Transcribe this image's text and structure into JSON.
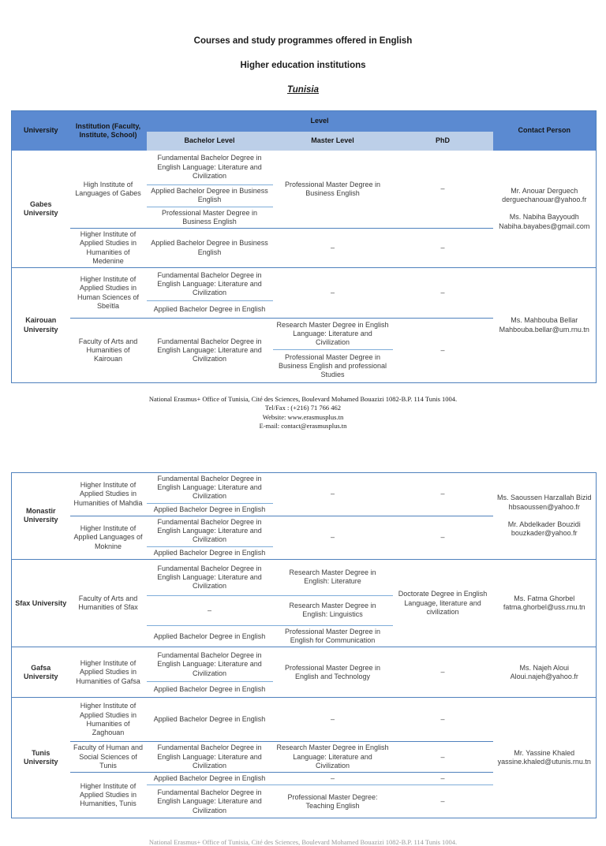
{
  "title": {
    "line1": "Courses and study programmes offered in English",
    "line2": "Higher education institutions",
    "line3": "Tunisia"
  },
  "table_header": {
    "university": "University",
    "institution": "Institution (Faculty, Institute, School)",
    "level": "Level",
    "bachelor": "Bachelor Level",
    "master": "Master Level",
    "phd": "PhD",
    "contact": "Contact Person"
  },
  "dash": "–",
  "t1": {
    "gabes": {
      "university": "Gabes University",
      "inst1": "High Institute of Languages of Gabes",
      "inst1_b1": "Fundamental Bachelor Degree in English Language: Literature and Civilization",
      "inst1_b2": "Applied Bachelor Degree in Business English",
      "inst1_b3": "Professional Master Degree in Business English",
      "inst1_master": "Professional Master Degree in Business English",
      "inst1_phd": "–",
      "inst2": "Higher Institute of Applied Studies in Humanities of Medenine",
      "inst2_b1": "Applied Bachelor Degree in Business English",
      "inst2_master": "–",
      "inst2_phd": "–",
      "contact": "Mr. Anouar Derguech\nderguechanouar@yahoo.fr\n\nMs. Nabiha Bayyoudh\nNabiha.bayabes@gmail.com"
    },
    "kairouan": {
      "university": "Kairouan University",
      "inst1": "Higher Institute of Applied Studies in Human Sciences of Sbeïtla",
      "inst1_b1": "Fundamental Bachelor Degree in English Language: Literature and Civilization",
      "inst1_b2": "Applied Bachelor Degree in English",
      "inst1_master": "–",
      "inst1_phd": "–",
      "inst2": "Faculty of Arts and Humanities of Kairouan",
      "inst2_b1": "Fundamental Bachelor Degree in English Language: Literature and Civilization",
      "inst2_m1": "Research Master Degree in English Language: Literature and Civilization",
      "inst2_m2": "Professional Master Degree in Business English and professional Studies",
      "inst2_phd": "–",
      "contact": "Ms. Mahbouba Bellar\nMahbouba.bellar@um.rnu.tn"
    }
  },
  "footer": {
    "line1": "National Erasmus+ Office of Tunisia, Cité des Sciences, Boulevard Mohamed Bouazizi 1082-B.P. 114 Tunis 1004.",
    "line2": "Tel/Fax : (+216) 71 766 462",
    "line3": "Website: www.erasmusplus.tn",
    "line4": "E-mail: contact@erasmusplus.tn"
  },
  "t2": {
    "monastir": {
      "university": "Monastir University",
      "inst1": "Higher Institute of Applied Studies in Humanities of Mahdia",
      "inst1_b1": "Fundamental Bachelor Degree in English Language: Literature and Civilization",
      "inst1_b2": "Applied Bachelor Degree in English",
      "inst1_master": "–",
      "inst1_phd": "–",
      "inst2": "Higher Institute of Applied Languages of Moknine",
      "inst2_b1": "Fundamental Bachelor Degree in English Language: Literature and Civilization",
      "inst2_b2": "Applied Bachelor Degree in English",
      "inst2_master": "–",
      "inst2_phd": "–",
      "contact": "Ms. Saoussen Harzallah Bizid\nhbsaoussen@yahoo.fr\n\nMr. Abdelkader Bouzidi\nbouzkader@yahoo.fr"
    },
    "sfax": {
      "university": "Sfax University",
      "inst1": "Faculty of Arts and Humanities of Sfax",
      "r1_bachelor": "Fundamental Bachelor Degree in English Language: Literature and Civilization",
      "r1_master": "Research Master Degree in English: Literature",
      "r2_bachelor": "–",
      "r2_master": "Research Master Degree in English: Linguistics",
      "r3_bachelor": "Applied Bachelor Degree in English",
      "r3_master": "Professional Master Degree in English for Communication",
      "phd": "Doctorate Degree in English Language, literature and civilization",
      "contact": "Ms. Fatma Ghorbel\nfatma.ghorbel@uss.rnu.tn"
    },
    "gafsa": {
      "university": "Gafsa University",
      "inst1": "Higher Institute of Applied Studies in Humanities of Gafsa",
      "inst1_b1": "Fundamental Bachelor Degree in English Language: Literature and Civilization",
      "inst1_b2": "Applied Bachelor Degree in English",
      "inst1_master": "Professional Master Degree in English and Technology",
      "inst1_phd": "–",
      "contact": "Ms. Najeh Aloui\nAloui.najeh@yahoo.fr"
    },
    "tunis": {
      "university": "Tunis University",
      "inst1": "Higher Institute of Applied Studies in Humanities of Zaghouan",
      "inst1_b1": "Applied Bachelor Degree in English",
      "inst1_master": "–",
      "inst1_phd": "–",
      "inst2": "Faculty of Human and Social Sciences of Tunis",
      "inst2_b1": "Fundamental Bachelor Degree in English Language: Literature and Civilization",
      "inst2_master": "Research Master Degree in English Language: Literature and Civilization",
      "inst2_phd": "–",
      "inst3": "Higher Institute of Applied Studies in Humanities, Tunis",
      "inst3_b1": "Applied Bachelor Degree in English",
      "inst3_r1_master": "–",
      "inst3_r1_phd": "–",
      "inst3_b2": "Fundamental Bachelor Degree in English Language: Literature and Civilization",
      "inst3_r2_master": "Professional Master Degree: Teaching English",
      "inst3_r2_phd": "–",
      "contact": "Mr. Yassine Khaled\nyassine.khaled@utunis.rnu.tn"
    }
  }
}
